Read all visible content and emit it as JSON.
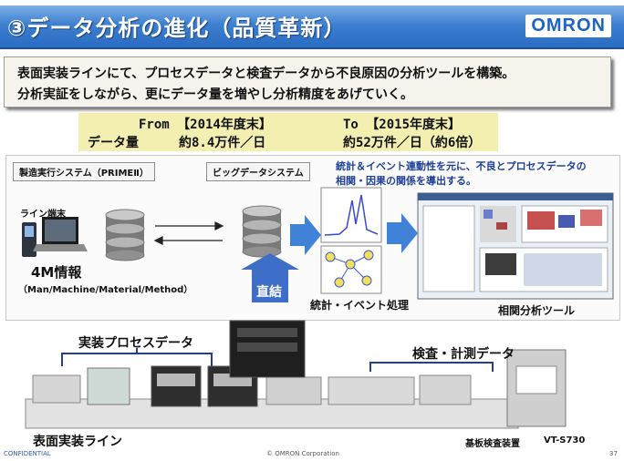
{
  "header": {
    "title": "③データ分析の進化（品質革新）",
    "logo": "OMRON"
  },
  "summary": {
    "line1": "表面実装ラインにて、プロセスデータと検査データから不良原因の分析ツールを構築。",
    "line2": "分析実証をしながら、更にデータ量を増やし分析精度をあげていく。"
  },
  "data_volume": {
    "from_label": "From 【2014年度末】",
    "to_label": "To 【2015年度末】",
    "row_label": "データ量",
    "from_value": "約8.4万件／日",
    "to_value": "約52万件／日（約6倍）"
  },
  "diagram": {
    "mes_box": "製造実行システム（PRIMEⅡ）",
    "bigdata_box": "ビッグデータシステム",
    "note_line1": "統計＆イベント連動性を元に、不良とプロセスデータの",
    "note_line2": "相関・因果の関係を導出する。",
    "terminal_label": "ライン端末",
    "fourm_title": "4M情報",
    "fourm_sub": "（Man/Machine/Material/Method）",
    "direct_label": "直結",
    "stats_label": "統計・イベント処理",
    "tool_label": "相関分析ツール",
    "process_data_label": "実装プロセスデータ",
    "inspection_label": "検査・計測データ",
    "line_label": "表面実装ライン",
    "inspector_label": "基板検査装置",
    "model_label": "VT-S730"
  },
  "footer": {
    "confidential": "CONFIDENTIAL",
    "copyright": "© OMRON Corporation",
    "page": "37"
  },
  "colors": {
    "title_bar": "#3d7fd0",
    "arrow_blue": "#3f82d8",
    "highlight": "#f2efb1",
    "note_text": "#1d3f9a"
  }
}
